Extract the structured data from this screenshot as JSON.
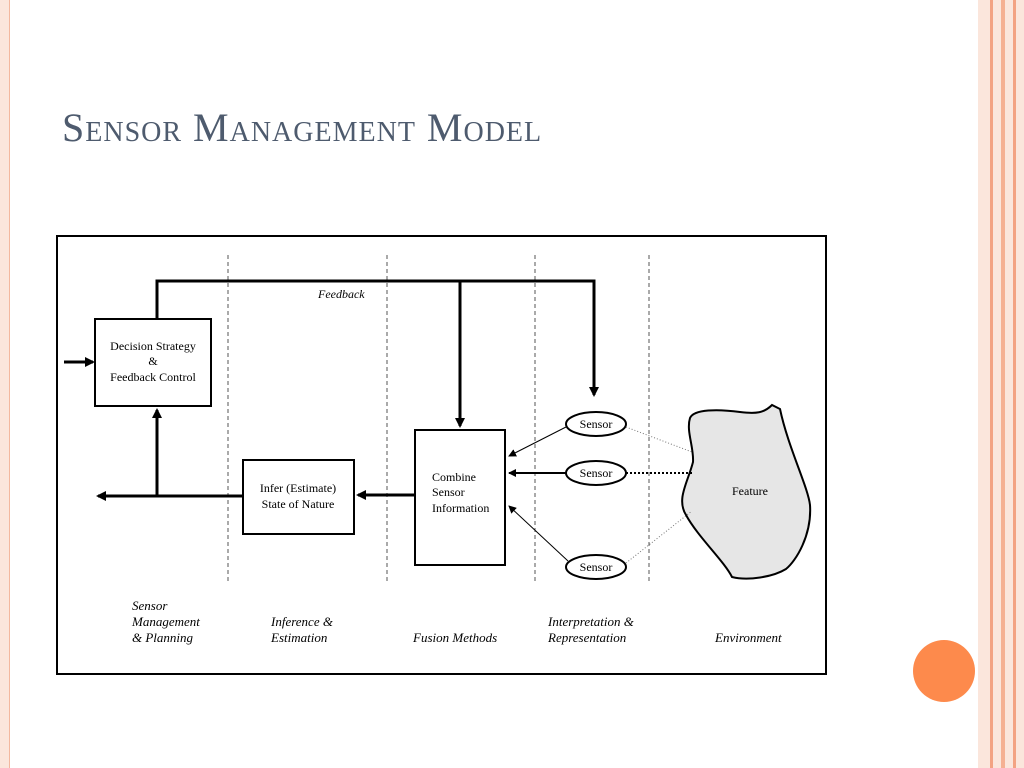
{
  "slide": {
    "title": "Sensor Management Model"
  },
  "diagram": {
    "blocks": {
      "decision": [
        "Decision Strategy",
        "&",
        "Feedback Control"
      ],
      "infer": [
        "Infer (Estimate)",
        "State of Nature"
      ],
      "combine": [
        "Combine",
        "Sensor",
        "Information"
      ],
      "feature": "Feature"
    },
    "sensors": [
      "Sensor",
      "Sensor",
      "Sensor"
    ],
    "feedback_label": "Feedback",
    "columns": {
      "management": [
        "Sensor",
        "Management",
        "& Planning"
      ],
      "inference": [
        "Inference &",
        "Estimation"
      ],
      "fusion": [
        "Fusion Methods"
      ],
      "interpretation": [
        "Interpretation &",
        "Representation"
      ],
      "environment": [
        "Environment"
      ]
    }
  },
  "colors": {
    "title": "#4e5b6e",
    "accent_circle": "#fd8a4c",
    "stripe_light": "#fbe6dc",
    "stripe_mid": "#f8c5ad",
    "feature_fill": "#e6e6e6"
  }
}
